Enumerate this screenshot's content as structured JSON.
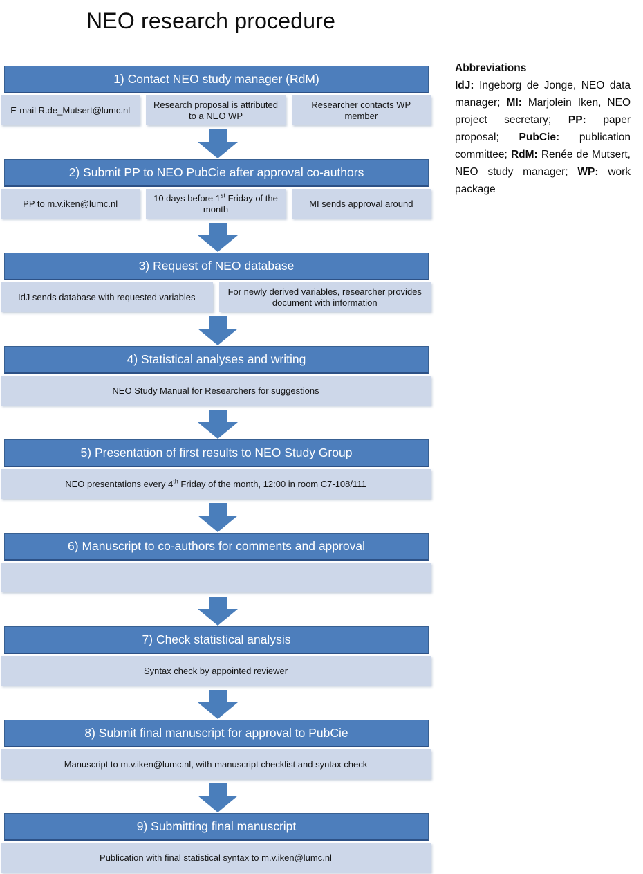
{
  "title": "NEO research procedure",
  "colors": {
    "header_blue": "#4d7ebc",
    "header_border": "#386092",
    "subbox_blue": "#cdd7e9",
    "arrow_blue": "#4a7ebb",
    "header_text": "#ffffff",
    "body_text": "#141414"
  },
  "steps": [
    {
      "title": "1) Contact NEO study manager (RdM)",
      "cells": [
        {
          "pre": "E-mail R.de_Mutsert@lumc.nl",
          "sup": "",
          "post": ""
        },
        {
          "pre": "Research proposal is attributed to a NEO WP",
          "sup": "",
          "post": ""
        },
        {
          "pre": "Researcher contacts WP member",
          "sup": "",
          "post": ""
        }
      ]
    },
    {
      "title": "2) Submit PP to NEO PubCie after approval co-authors",
      "cells": [
        {
          "pre": "PP to m.v.iken@lumc.nl",
          "sup": "",
          "post": ""
        },
        {
          "pre": "10 days before 1",
          "sup": "st",
          "post": " Friday of the month"
        },
        {
          "pre": "MI sends approval around",
          "sup": "",
          "post": ""
        }
      ]
    },
    {
      "title": "3) Request of NEO database",
      "cells": [
        {
          "pre": "IdJ sends database with requested variables",
          "sup": "",
          "post": ""
        },
        {
          "pre": "For newly derived variables, researcher provides document with information",
          "sup": "",
          "post": ""
        }
      ]
    },
    {
      "title": "4) Statistical analyses and writing",
      "cells": [
        {
          "pre": "NEO Study Manual for Researchers for suggestions",
          "sup": "",
          "post": ""
        }
      ]
    },
    {
      "title": "5) Presentation of first results to NEO Study Group",
      "cells": [
        {
          "pre": "NEO presentations every 4",
          "sup": "th",
          "post": " Friday of the month, 12:00 in room C7-108/111"
        }
      ]
    },
    {
      "title": "6) Manuscript to co-authors for comments and approval",
      "cells": [
        {
          "pre": "",
          "sup": "",
          "post": ""
        }
      ]
    },
    {
      "title": "7) Check statistical analysis",
      "cells": [
        {
          "pre": "Syntax check by appointed reviewer",
          "sup": "",
          "post": ""
        }
      ]
    },
    {
      "title": "8) Submit final manuscript for approval to PubCie",
      "cells": [
        {
          "pre": "Manuscript to m.v.iken@lumc.nl, with manuscript checklist and syntax check",
          "sup": "",
          "post": ""
        }
      ]
    },
    {
      "title": "9) Submitting final manuscript",
      "cells": [
        {
          "pre": "Publication with final statistical syntax to m.v.iken@lumc.nl",
          "sup": "",
          "post": ""
        }
      ]
    }
  ],
  "abbreviations": {
    "heading": "Abbreviations",
    "items": [
      {
        "key": "IdJ:",
        "desc": " Ingeborg de Jonge, NEO data manager; "
      },
      {
        "key": "MI:",
        "desc": " Marjolein Iken, NEO project secretary; "
      },
      {
        "key": "PP:",
        "desc": " paper proposal; "
      },
      {
        "key": "PubCie:",
        "desc": " publication committee; "
      },
      {
        "key": "RdM:",
        "desc": " Renée de Mutsert, NEO study manager; "
      },
      {
        "key": "WP:",
        "desc": " work package"
      }
    ]
  }
}
